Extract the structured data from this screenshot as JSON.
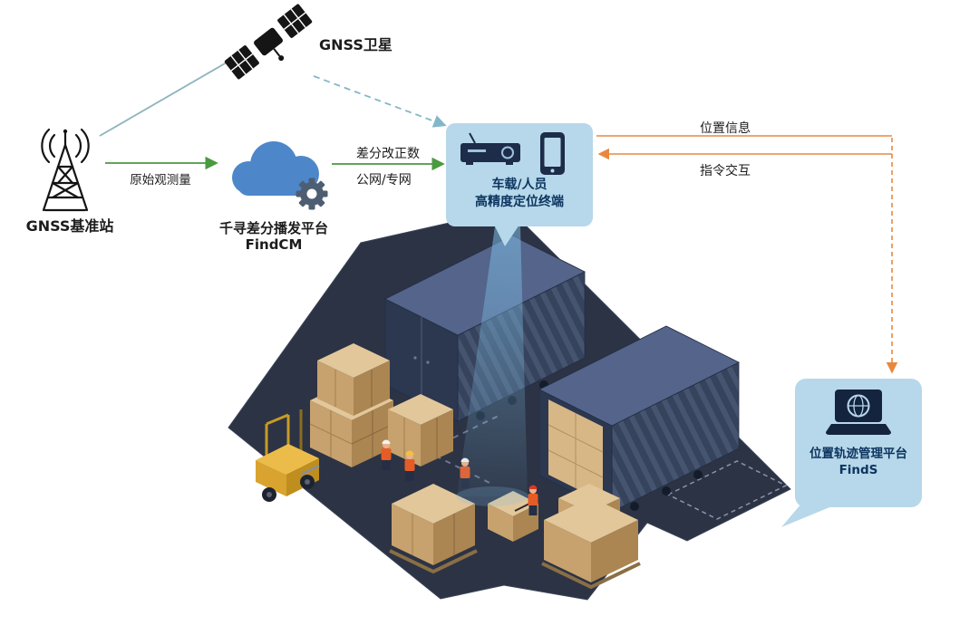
{
  "nodes": {
    "satellite": {
      "label": "GNSS卫星"
    },
    "base_station": {
      "label": "GNSS基准站"
    },
    "cloud": {
      "line1": "千寻差分播发平台",
      "line2": "FindCM"
    },
    "terminal": {
      "line1": "车载/人员",
      "line2": "高精度定位终端"
    },
    "finds": {
      "line1": "位置轨迹管理平台",
      "line2": "FindS"
    }
  },
  "edges": {
    "raw_observation": "原始观测量",
    "correction_line1": "差分改正数",
    "correction_line2": "公网/专网",
    "position_info": "位置信息",
    "command_interaction": "指令交互"
  },
  "colors": {
    "node_fill": "#b7d8ea",
    "node_text": "#0d3560",
    "arrow_green": "#4a9a3f",
    "arrow_orange": "#e8883f",
    "arrow_teal": "#82b7c9",
    "cloud_blue": "#4d87c9",
    "platform_navy": "#2c3344",
    "container_navy": "#36435c",
    "box_tan": "#d9b886",
    "forklift_yellow": "#ecbc4a"
  }
}
